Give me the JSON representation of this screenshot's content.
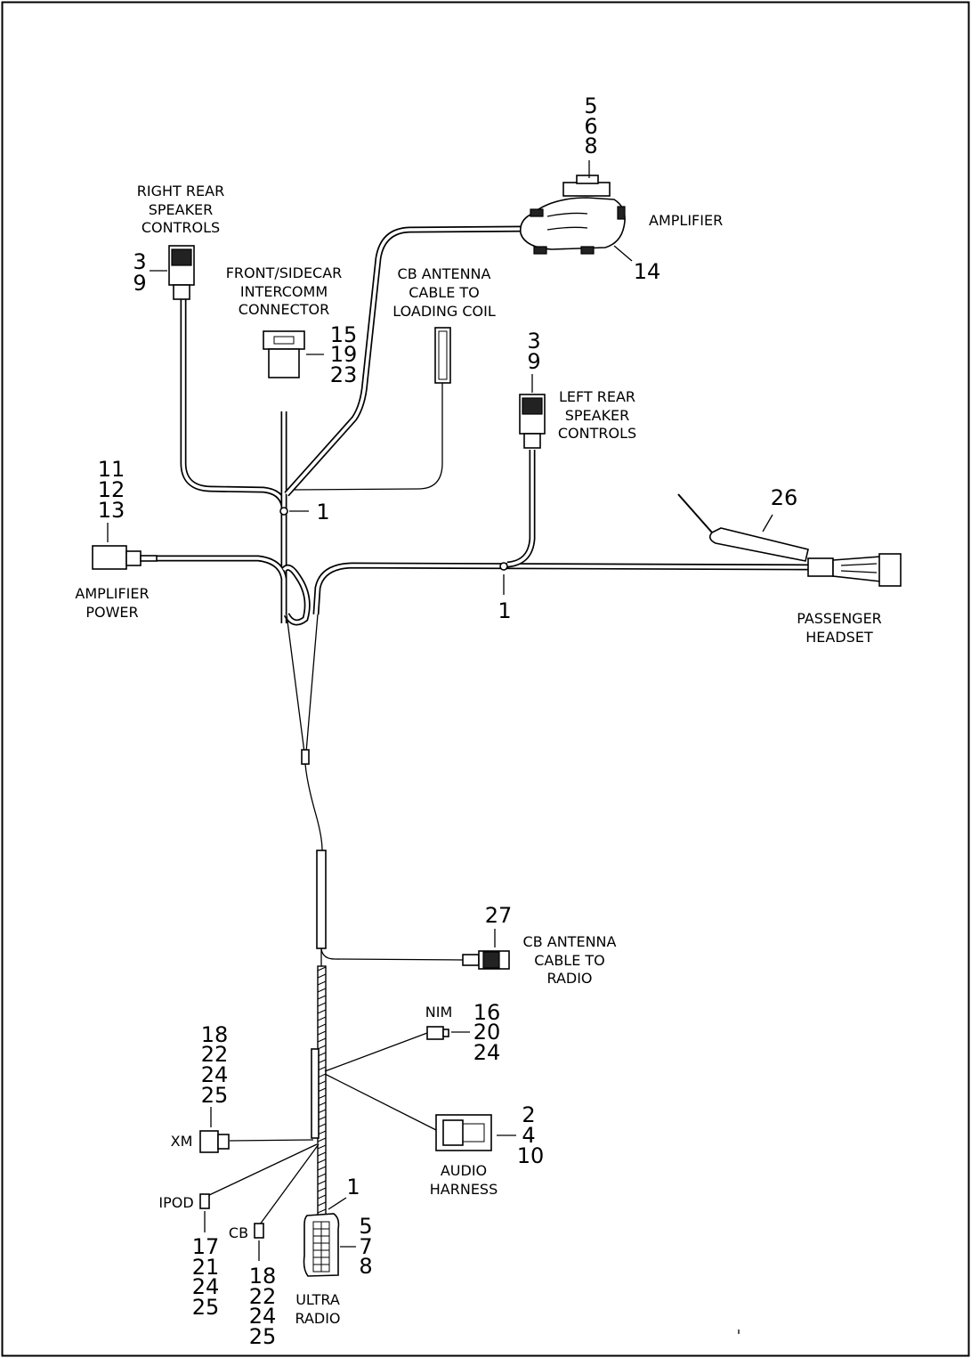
{
  "labels": {
    "right_rear": [
      "RIGHT REAR",
      "SPEAKER",
      "CONTROLS"
    ],
    "front_intercomm": [
      "FRONT/SIDECAR",
      "INTERCOMM",
      "CONNECTOR"
    ],
    "cb_antenna_coil": [
      "CB ANTENNA",
      "CABLE TO",
      "LOADING COIL"
    ],
    "amplifier": "AMPLIFIER",
    "left_rear": [
      "LEFT REAR",
      "SPEAKER",
      "CONTROLS"
    ],
    "amplifier_power": [
      "AMPLIFIER",
      "POWER"
    ],
    "passenger_headset": [
      "PASSENGER",
      "HEADSET"
    ],
    "cb_antenna_radio": [
      "CB ANTENNA",
      "CABLE TO",
      "RADIO"
    ],
    "nim": "NIM",
    "xm": "XM",
    "audio_harness": [
      "AUDIO",
      "HARNESS"
    ],
    "ipod": "IPOD",
    "cb": "CB",
    "ultra_radio": [
      "ULTRA",
      "RADIO"
    ]
  },
  "callouts": {
    "amplifier_top": [
      "5",
      "6",
      "8"
    ],
    "amplifier_side": [
      "14"
    ],
    "right_rear": [
      "3",
      "9"
    ],
    "intercomm": [
      "15",
      "19",
      "23"
    ],
    "left_rear": [
      "3",
      "9"
    ],
    "amp_power": [
      "11",
      "12",
      "13"
    ],
    "clip_upper": [
      "1"
    ],
    "clip_right": [
      "1"
    ],
    "headset_antenna": [
      "26"
    ],
    "cb_radio": [
      "27"
    ],
    "nim": [
      "16",
      "20",
      "24"
    ],
    "xm": [
      "18",
      "22",
      "24",
      "25"
    ],
    "audio_harness": [
      "2",
      "4",
      "10"
    ],
    "clip_lower": [
      "1"
    ],
    "ultra_radio": [
      "5",
      "7",
      "8"
    ],
    "ipod": [
      "17",
      "21",
      "24",
      "25"
    ],
    "cb": [
      "18",
      "22",
      "24",
      "25"
    ]
  }
}
